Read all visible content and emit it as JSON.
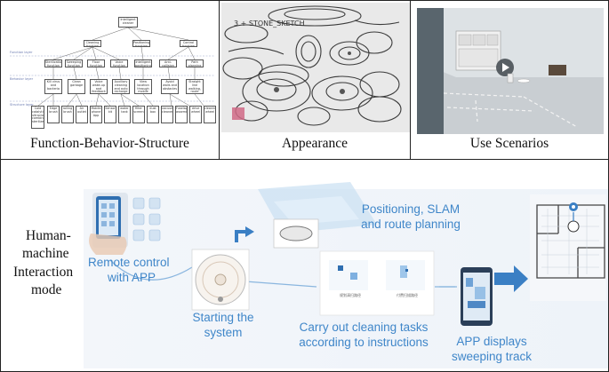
{
  "panels": {
    "fbs": {
      "caption": "Function-Behavior-Structure",
      "root": "Intelligent cleaner",
      "layer_labels": [
        "Function layer",
        "Behavior layer",
        "Structure layer"
      ],
      "functions": [
        "Cleaning function",
        "Positioning function",
        "Control function"
      ],
      "sub_functions": [
        "Sterilization function",
        "Sweeping function",
        "Floor function",
        "Voice function",
        "Intelligent positioning function",
        "Anti-collision function",
        "Path planning function"
      ],
      "behaviors": [
        "Kill virus and bacteria",
        "Clean garbage",
        "Voice wake-up and feedback",
        "Auxiliary cleaning and auto recharge",
        "View location through mobile APP",
        "Avoid walls and obstacles",
        "Straight line walking, route planning"
      ],
      "structures": [
        "Cold catalytic ultraviolet combined sterilizer",
        "Edge brush",
        "rolling brush",
        "Air outlet",
        "Mobile phone App",
        "Sensor kit",
        "water tank",
        "filter screen",
        "dust box",
        "vacuum cleaner",
        "Fuselage assembly",
        "drive wheel",
        "cleaning wheel"
      ]
    },
    "appearance": {
      "caption": "Appearance",
      "sketch_title": "3 + STONE_SKETCH"
    },
    "scenarios": {
      "caption": "Use Scenarios"
    },
    "hmi": {
      "title_lines": [
        "Human-",
        "machine",
        "Interaction",
        "mode"
      ],
      "steps": {
        "remote": [
          "Remote control",
          "with APP"
        ],
        "start": [
          "Starting the",
          "system"
        ],
        "slam": [
          "Positioning, SLAM",
          "and route planning"
        ],
        "clean": [
          "Carry out cleaning tasks",
          "according to instructions"
        ],
        "track": [
          "APP displays",
          "sweeping track"
        ]
      },
      "card_labels": [
        "规划清扫路径",
        "付费扫描路径"
      ],
      "colors": {
        "accent_blue": "#3f86c9",
        "light_blue": "#bcd7ef",
        "arrow_blue": "#3a7fc4"
      }
    }
  }
}
